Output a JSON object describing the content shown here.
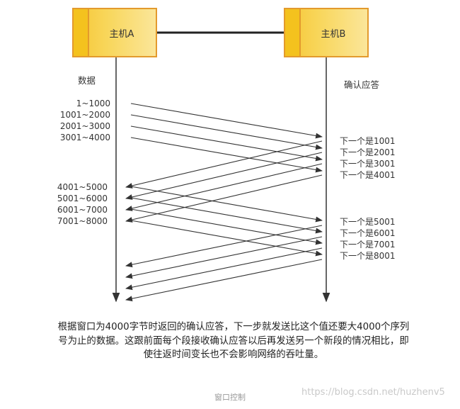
{
  "host_a": {
    "label": "主机A"
  },
  "host_b": {
    "label": "主机B"
  },
  "left_header": "数据",
  "right_header": "确认应答",
  "data_ranges": [
    "1~1000",
    "1001~2000",
    "2001~3000",
    "3001~4000",
    "4001~5000",
    "5001~6000",
    "6001~7000",
    "7001~8000"
  ],
  "acks": [
    "下一个是1001",
    "下一个是2001",
    "下一个是3001",
    "下一个是4001",
    "下一个是5001",
    "下一个是6001",
    "下一个是7001",
    "下一个是8001"
  ],
  "note": "根据窗口为4000字节时返回的确认应答，下一步就发送比这个值还要大4000个序列号为止的数据。这跟前面每个段接收确认应答以后再发送另一个新段的情况相比，即使往返时间变长也不会影响网络的吞吐量。",
  "caption": "窗口控制",
  "watermark": "https://blog.csdn.net/huzhenv5",
  "colors": {
    "host_fill": "#f6c634",
    "host_border": "#e39a2d",
    "line": "#333333",
    "link": "#222222"
  }
}
